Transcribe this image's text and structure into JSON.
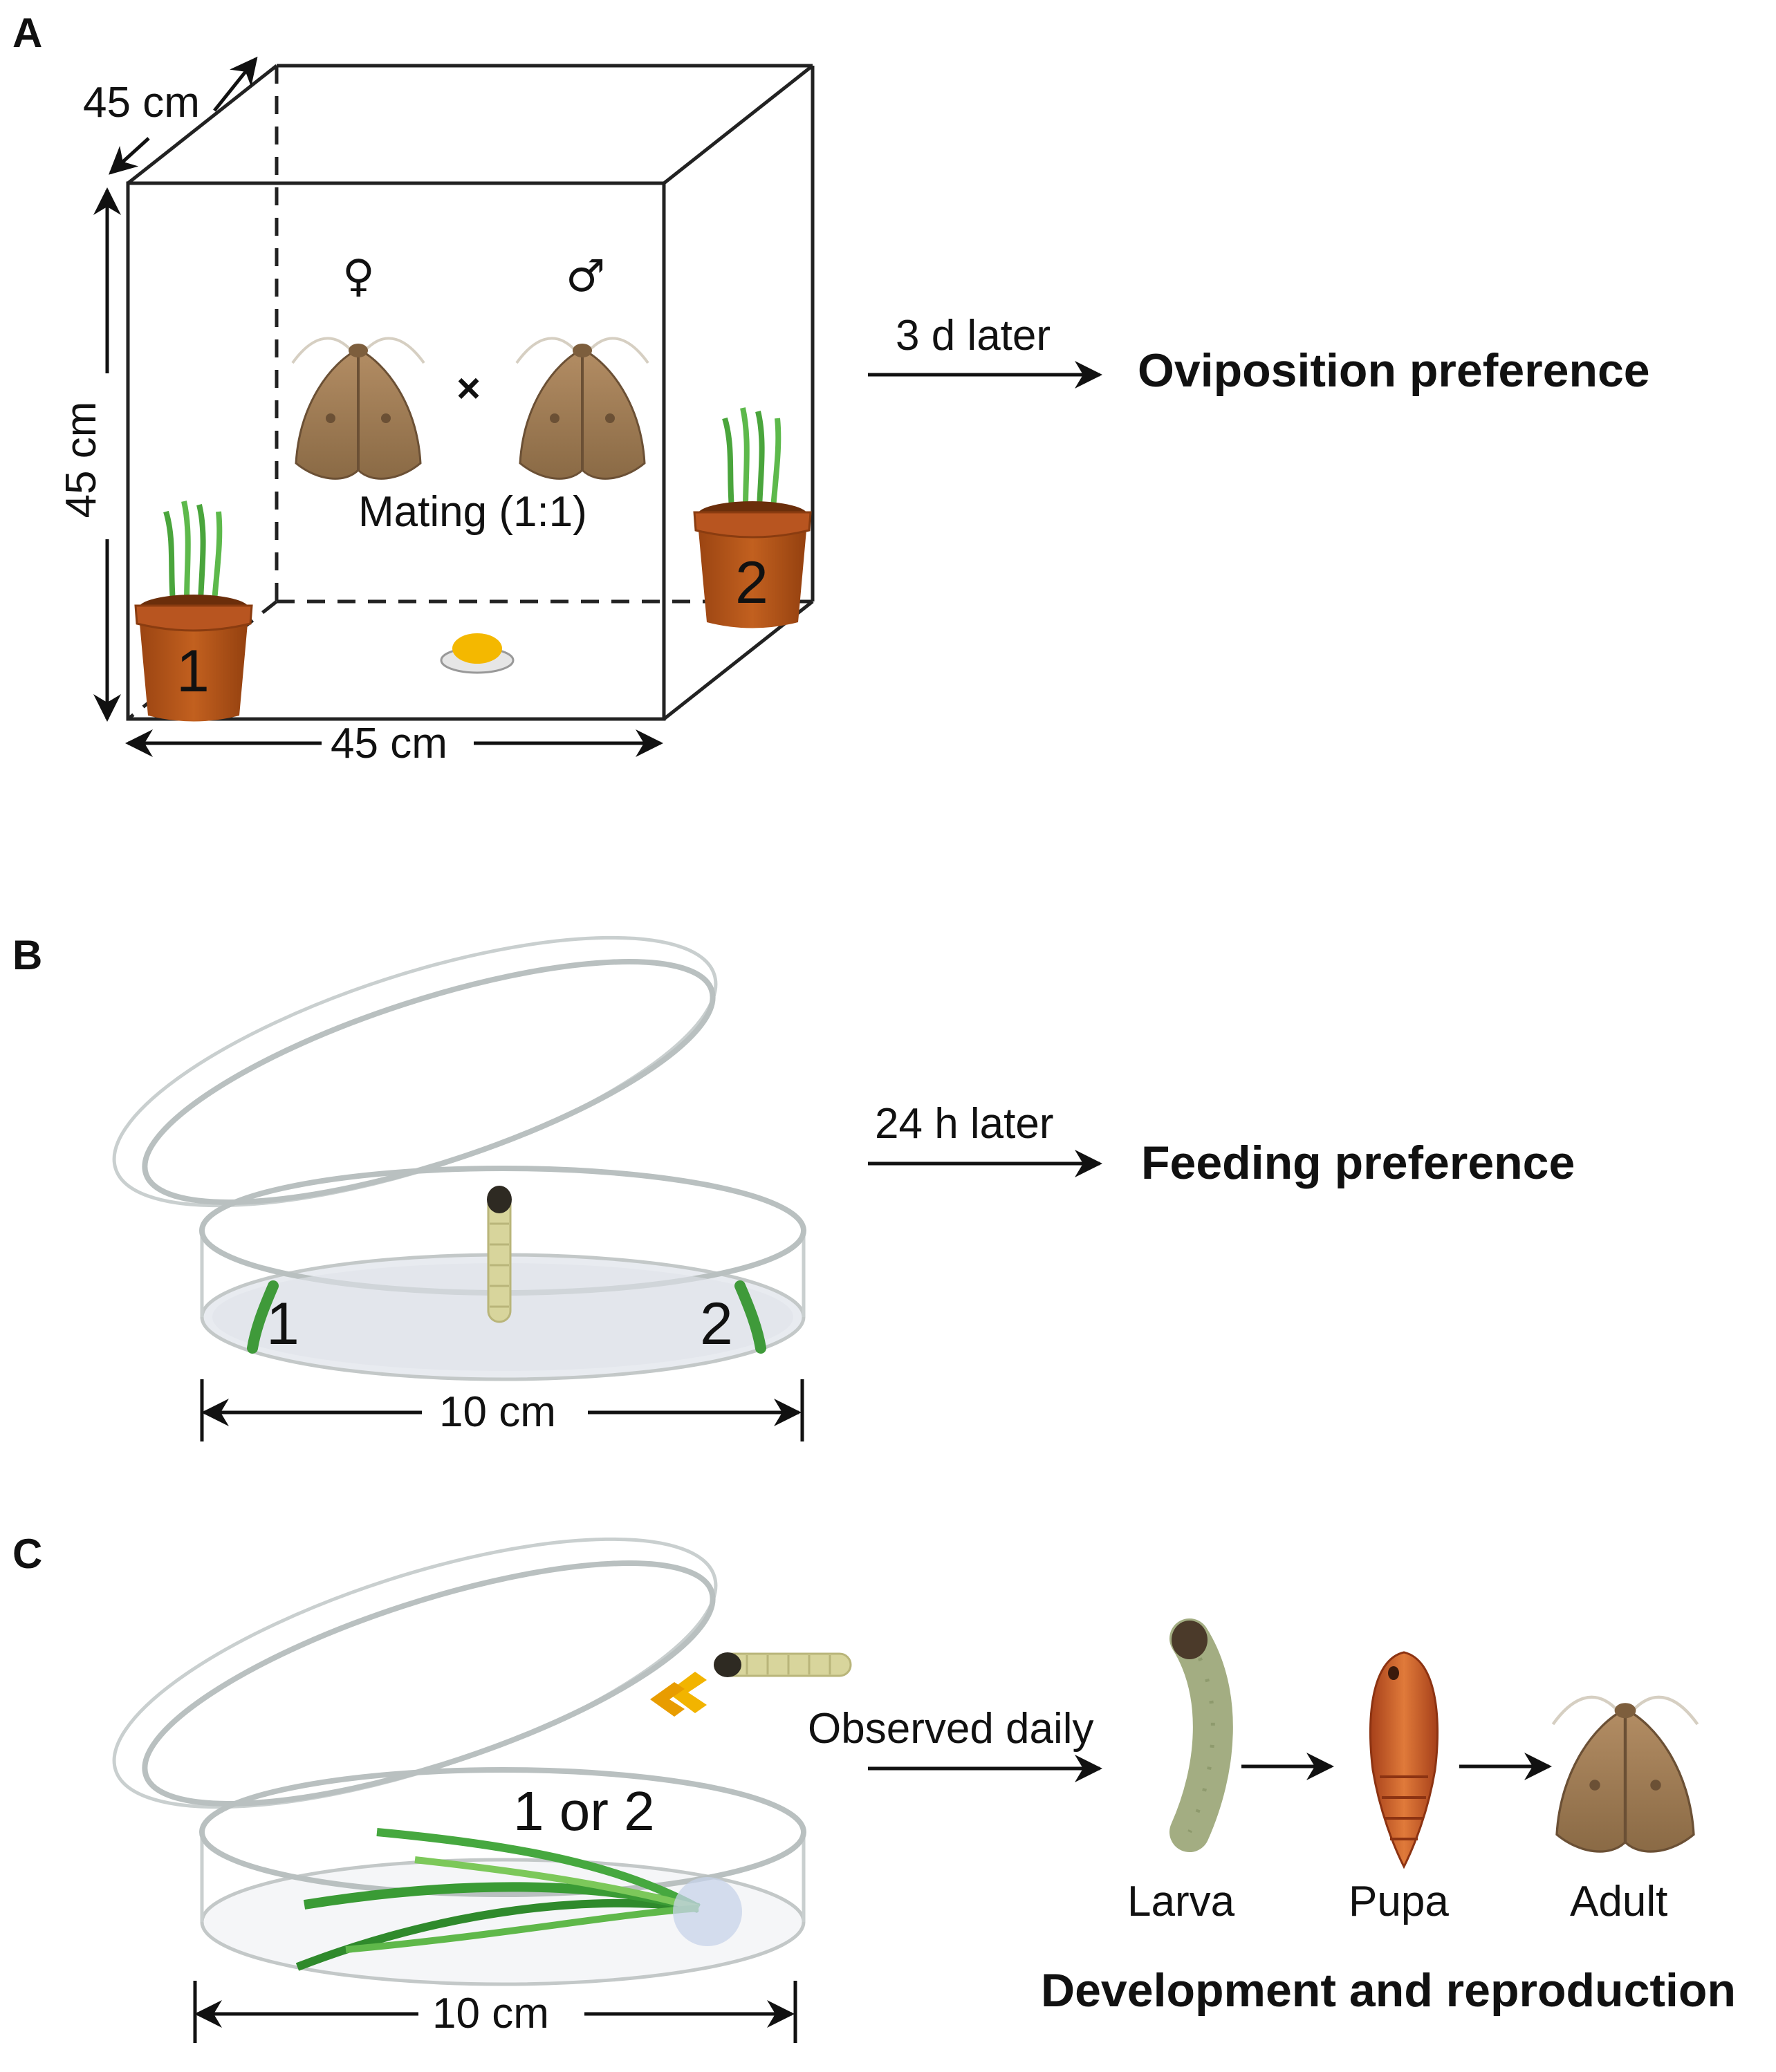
{
  "panels": {
    "a": {
      "letter": "A",
      "dim_depth": "45 cm",
      "dim_height": "45 cm",
      "dim_width": "45 cm",
      "female_symbol": "♀",
      "male_symbol": "♂",
      "cross_symbol": "×",
      "mating_label": "Mating (1:1)",
      "pot_1": "1",
      "pot_2": "2",
      "arrow_label": "3 d later",
      "result": "Oviposition preference"
    },
    "b": {
      "letter": "B",
      "leaf_1": "1",
      "leaf_2": "2",
      "dim": "10 cm",
      "arrow_label": "24 h later",
      "result": "Feeding preference"
    },
    "c": {
      "letter": "C",
      "dish_label": "1 or 2",
      "dim": "10 cm",
      "arrow_label": "Observed daily",
      "stages": [
        "Larva",
        "Pupa",
        "Adult"
      ],
      "result": "Development and reproduction"
    }
  },
  "colors": {
    "moth": "#a5805a",
    "pot": "#b2521c",
    "leaf": "#3f9a3a",
    "larva": "#d8d59c",
    "pupa": "#c8541f",
    "egg": "#f4b800",
    "chevron": "#f2b400",
    "dish": "#b9c0c0"
  },
  "icons": [
    "moth-icon",
    "plant-pot-icon",
    "larva-icon",
    "pupa-icon",
    "petri-dish-icon",
    "egg-icon",
    "chevron-icon"
  ]
}
